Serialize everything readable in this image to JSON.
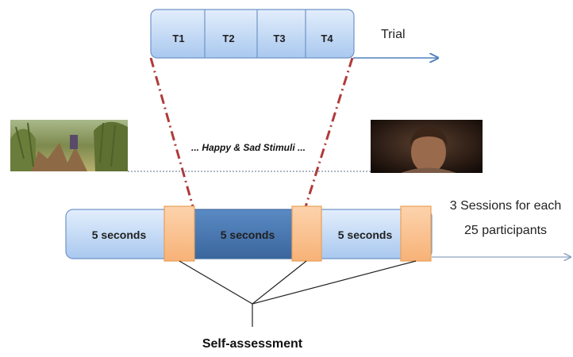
{
  "trial": {
    "cells": [
      "T1",
      "T2",
      "T3",
      "T4"
    ],
    "label": "Trial"
  },
  "stimuli": {
    "label": "... Happy & Sad Stimuli ..."
  },
  "timeline": {
    "segments": [
      "5 seconds",
      "5 seconds",
      "5 seconds"
    ]
  },
  "sessions": {
    "line1": "3 Sessions for each",
    "line2": "25 participants"
  },
  "self_assessment": {
    "label": "Self-assessment"
  },
  "colors": {
    "light_blue": "#c6dcf7",
    "dark_blue": "#4a79b4",
    "orange": "#fbc493",
    "orange_border": "#e8a05a",
    "red_dash": "#b03a3a",
    "arrow_blue": "#4f81bd"
  }
}
